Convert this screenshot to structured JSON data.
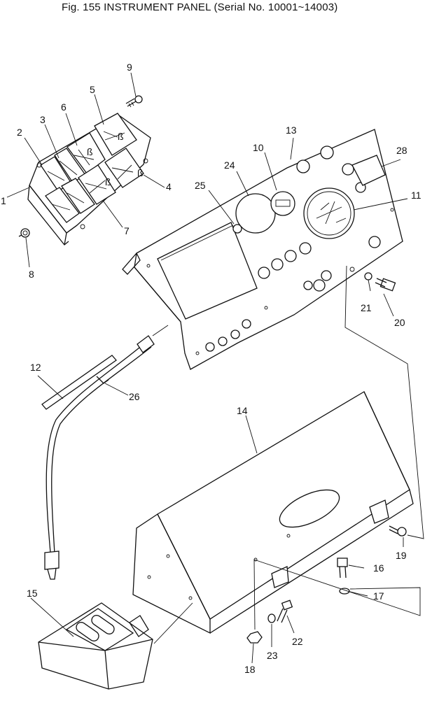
{
  "figure": {
    "title": "Fig. 155 INSTRUMENT PANEL (Serial No. 10001~14003)"
  },
  "callouts": [
    {
      "id": "1",
      "label": "1"
    },
    {
      "id": "2",
      "label": "2"
    },
    {
      "id": "3",
      "label": "3"
    },
    {
      "id": "4",
      "label": "4"
    },
    {
      "id": "5",
      "label": "5"
    },
    {
      "id": "6",
      "label": "6"
    },
    {
      "id": "7",
      "label": "7"
    },
    {
      "id": "8",
      "label": "8"
    },
    {
      "id": "9",
      "label": "9"
    },
    {
      "id": "10",
      "label": "10"
    },
    {
      "id": "11",
      "label": "11"
    },
    {
      "id": "12",
      "label": "12"
    },
    {
      "id": "13",
      "label": "13"
    },
    {
      "id": "14",
      "label": "14"
    },
    {
      "id": "15",
      "label": "15"
    },
    {
      "id": "16",
      "label": "16"
    },
    {
      "id": "17",
      "label": "17"
    },
    {
      "id": "18",
      "label": "18"
    },
    {
      "id": "19",
      "label": "19"
    },
    {
      "id": "20",
      "label": "20"
    },
    {
      "id": "21",
      "label": "21"
    },
    {
      "id": "22",
      "label": "22"
    },
    {
      "id": "23",
      "label": "23"
    },
    {
      "id": "24",
      "label": "24"
    },
    {
      "id": "25",
      "label": "25"
    },
    {
      "id": "26",
      "label": "26"
    },
    {
      "id": "28",
      "label": "28"
    }
  ]
}
